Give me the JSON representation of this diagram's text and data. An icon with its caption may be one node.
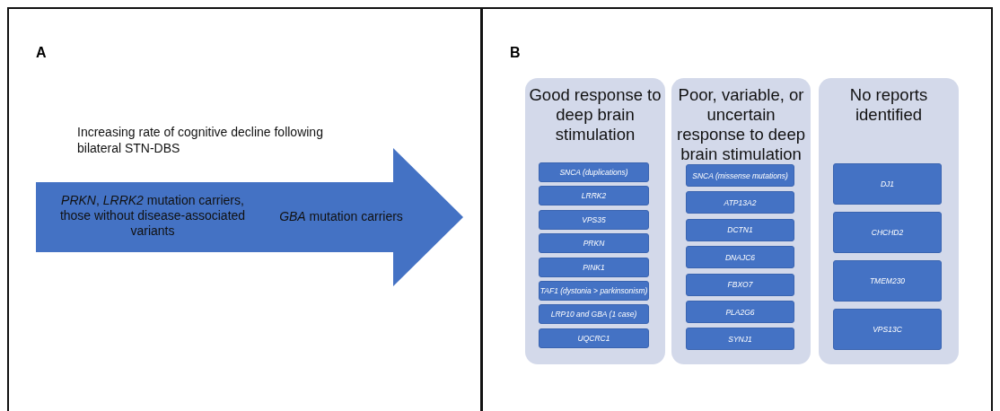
{
  "diagram": {
    "nodes": [
      {
        "text": [
          "A"
        ]
      },
      {
        "text": [
          "*PRKN*, *LRRK2* mutation carriers, those without disease-associated variants",
          "*GBA* mutation carriers"
        ],
        "in": 0
      },
      {
        "text": [
          "B"
        ]
      },
      {
        "text": [
          "Good response to deep brain stimulation"
        ],
        "in": 2
      },
      {
        "text": [
          "SNCA (duplications)"
        ],
        "in": 3
      },
      {
        "text": [
          "LRRK2"
        ],
        "in": 3
      },
      {
        "text": [
          "VPS35"
        ],
        "in": 3
      },
      {
        "text": [
          "PRKN"
        ],
        "in": 3
      },
      {
        "text": [
          "PINK1"
        ],
        "in": 3
      },
      {
        "text": [
          "TAF1 (dystonia > parkinsonism)"
        ],
        "in": 3
      },
      {
        "text": [
          "LRP10 and GBA (1 case)"
        ],
        "in": 3
      },
      {
        "text": [
          "UQCRC1"
        ],
        "in": 3
      },
      {
        "text": [
          "Poor, variable, or uncertain response to deep brain stimulation"
        ],
        "in": 2
      },
      {
        "text": [
          "*SNCA* (missense mutations)"
        ],
        "in": 12
      },
      {
        "text": [
          "ATP13A2"
        ],
        "in": 12
      },
      {
        "text": [
          "DCTN1"
        ],
        "in": 12
      },
      {
        "text": [
          "DNAJC6"
        ],
        "in": 12
      },
      {
        "text": [
          "FBXO7"
        ],
        "in": 12
      },
      {
        "text": [
          "PLA2G6"
        ],
        "in": 12
      },
      {
        "text": [
          "SYNJ1"
        ],
        "in": 12
      },
      {
        "text": [
          "No reports identified"
        ],
        "in": 2
      },
      {
        "text": [
          "DJ1"
        ],
        "in": 20
      },
      {
        "text": [
          "CHCHD2"
        ],
        "in": 20
      },
      {
        "text": [
          "TMEM230"
        ],
        "in": 20
      },
      {
        "text": [
          "VPS13C"
        ],
        "in": 20
      }
    ],
    "labels": [
      "Increasing rate of cognitive decline following bilateral STN-DBS"
    ]
  }
}
